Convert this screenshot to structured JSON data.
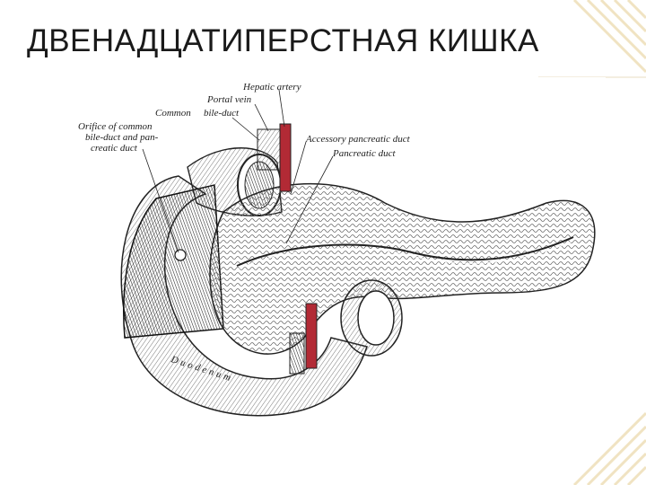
{
  "slide": {
    "title": "ДВЕНАДЦАТИПЕРСТНАЯ КИШКА"
  },
  "figure": {
    "labels": {
      "hepatic_artery": "Hepatic artery",
      "portal_vein": "Portal vein",
      "common_bile_duct_1": "Common",
      "common_bile_duct_2": "bile-duct",
      "orifice_1": "Orifice  of  common",
      "orifice_2": "bile-duct and pan-",
      "orifice_3": "creatic duct",
      "accessory_pancreatic_duct": "Accessory pancreatic duct",
      "pancreatic_duct": "Pancreatic duct",
      "duodenum": "Duodenum"
    }
  },
  "colors": {
    "artery": "#b22a35",
    "stripe": "#f2e6c8",
    "ink": "#2a2a2a"
  }
}
